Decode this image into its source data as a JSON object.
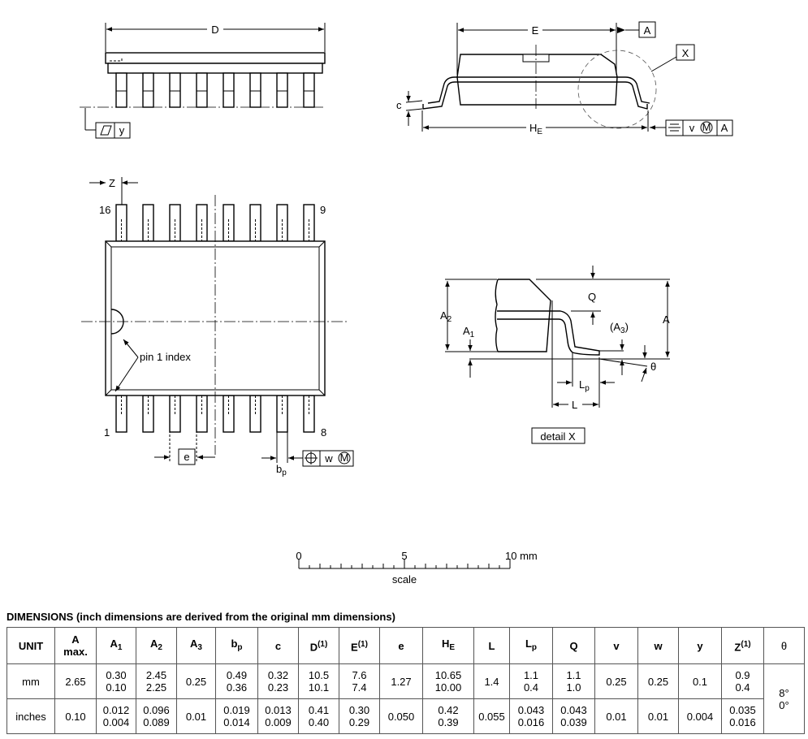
{
  "drawing": {
    "labels": {
      "D": "D",
      "E": "E",
      "A_ref": "A",
      "X": "X",
      "c": "c",
      "HE_base": "H",
      "HE_sub": "E",
      "v": "v",
      "M": "M",
      "y": "y",
      "Z": "Z",
      "pin16": "16",
      "pin9": "9",
      "pin1": "1",
      "pin8": "8",
      "pin1_index": "pin 1 index",
      "e": "e",
      "bp_base": "b",
      "bp_sub": "p",
      "w": "w",
      "Q": "Q",
      "A3": "(A",
      "A3_sub": "3",
      "A3_close": ")",
      "A": "A",
      "A2": "A",
      "A2_sub": "2",
      "A1": "A",
      "A1_sub": "1",
      "theta": "θ",
      "Lp": "L",
      "Lp_sub": "p",
      "L": "L",
      "detail_x": "detail X"
    },
    "scale": {
      "tick0": "0",
      "tick5": "5",
      "tick10": "10 mm",
      "label": "scale"
    }
  },
  "table": {
    "title": "DIMENSIONS (inch dimensions are derived from the original mm dimensions)",
    "headers": [
      {
        "base": "UNIT"
      },
      {
        "base": "A",
        "line2": "max."
      },
      {
        "base": "A",
        "sub": "1"
      },
      {
        "base": "A",
        "sub": "2"
      },
      {
        "base": "A",
        "sub": "3"
      },
      {
        "base": "b",
        "sub": "p"
      },
      {
        "base": "c"
      },
      {
        "base": "D",
        "sup": "(1)"
      },
      {
        "base": "E",
        "sup": "(1)"
      },
      {
        "base": "e"
      },
      {
        "base": "H",
        "sub": "E"
      },
      {
        "base": "L"
      },
      {
        "base": "L",
        "sub": "p"
      },
      {
        "base": "Q"
      },
      {
        "base": "v"
      },
      {
        "base": "w"
      },
      {
        "base": "y"
      },
      {
        "base": "Z",
        "sup": "(1)"
      },
      {
        "base": "θ"
      }
    ],
    "rows": [
      {
        "unit": "mm",
        "cells": [
          [
            "2.65"
          ],
          [
            "0.30",
            "0.10"
          ],
          [
            "2.45",
            "2.25"
          ],
          [
            "0.25"
          ],
          [
            "0.49",
            "0.36"
          ],
          [
            "0.32",
            "0.23"
          ],
          [
            "10.5",
            "10.1"
          ],
          [
            "7.6",
            "7.4"
          ],
          [
            "1.27"
          ],
          [
            "10.65",
            "10.00"
          ],
          [
            "1.4"
          ],
          [
            "1.1",
            "0.4"
          ],
          [
            "1.1",
            "1.0"
          ],
          [
            "0.25"
          ],
          [
            "0.25"
          ],
          [
            "0.1"
          ],
          [
            "0.9",
            "0.4"
          ]
        ]
      },
      {
        "unit": "inches",
        "cells": [
          [
            "0.10"
          ],
          [
            "0.012",
            "0.004"
          ],
          [
            "0.096",
            "0.089"
          ],
          [
            "0.01"
          ],
          [
            "0.019",
            "0.014"
          ],
          [
            "0.013",
            "0.009"
          ],
          [
            "0.41",
            "0.40"
          ],
          [
            "0.30",
            "0.29"
          ],
          [
            "0.050"
          ],
          [
            "0.42",
            "0.39"
          ],
          [
            "0.055"
          ],
          [
            "0.043",
            "0.016"
          ],
          [
            "0.043",
            "0.039"
          ],
          [
            "0.01"
          ],
          [
            "0.01"
          ],
          [
            "0.004"
          ],
          [
            "0.035",
            "0.016"
          ]
        ]
      }
    ],
    "theta": [
      "8°",
      "0°"
    ]
  }
}
